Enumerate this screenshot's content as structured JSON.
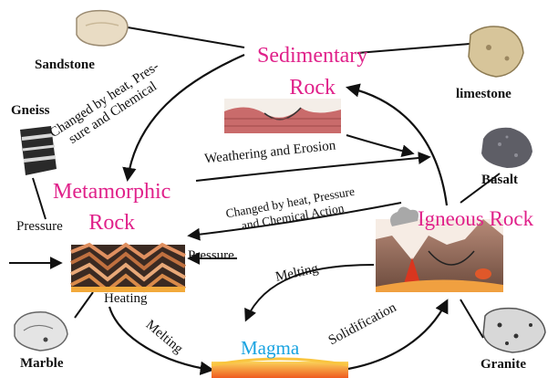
{
  "rock_types": {
    "sedimentary": "Sedimentary\nRock",
    "metamorphic": "Metamorphic\nRock",
    "igneous": "Igneous Rock",
    "magma": "Magma"
  },
  "specimens": {
    "sandstone": "Sandstone",
    "limestone": "limestone",
    "gneiss": "Gneiss",
    "basalt": "Basalt",
    "marble": "Marble",
    "granite": "Granite"
  },
  "processes": {
    "changed_sed_to_meta": "Changed by heat, Pres-\nsure and Chemical",
    "weathering_erosion": "Weathering and Erosion",
    "changed_ign_to_meta": "Changed by heat, Pressure\nand Chemical Action",
    "pressure_left": "Pressure",
    "pressure_center": "Pressure",
    "heating": "Heating",
    "melting_upper": "Melting",
    "melting_lower": "Melting",
    "solidification": "Solidification"
  },
  "colors": {
    "rock_label": "#e0218a",
    "magma_label": "#19a3e0",
    "magma_fill": "#f39a1f",
    "lava": "#d9361f",
    "rock_layers": "#8a5a3a"
  }
}
